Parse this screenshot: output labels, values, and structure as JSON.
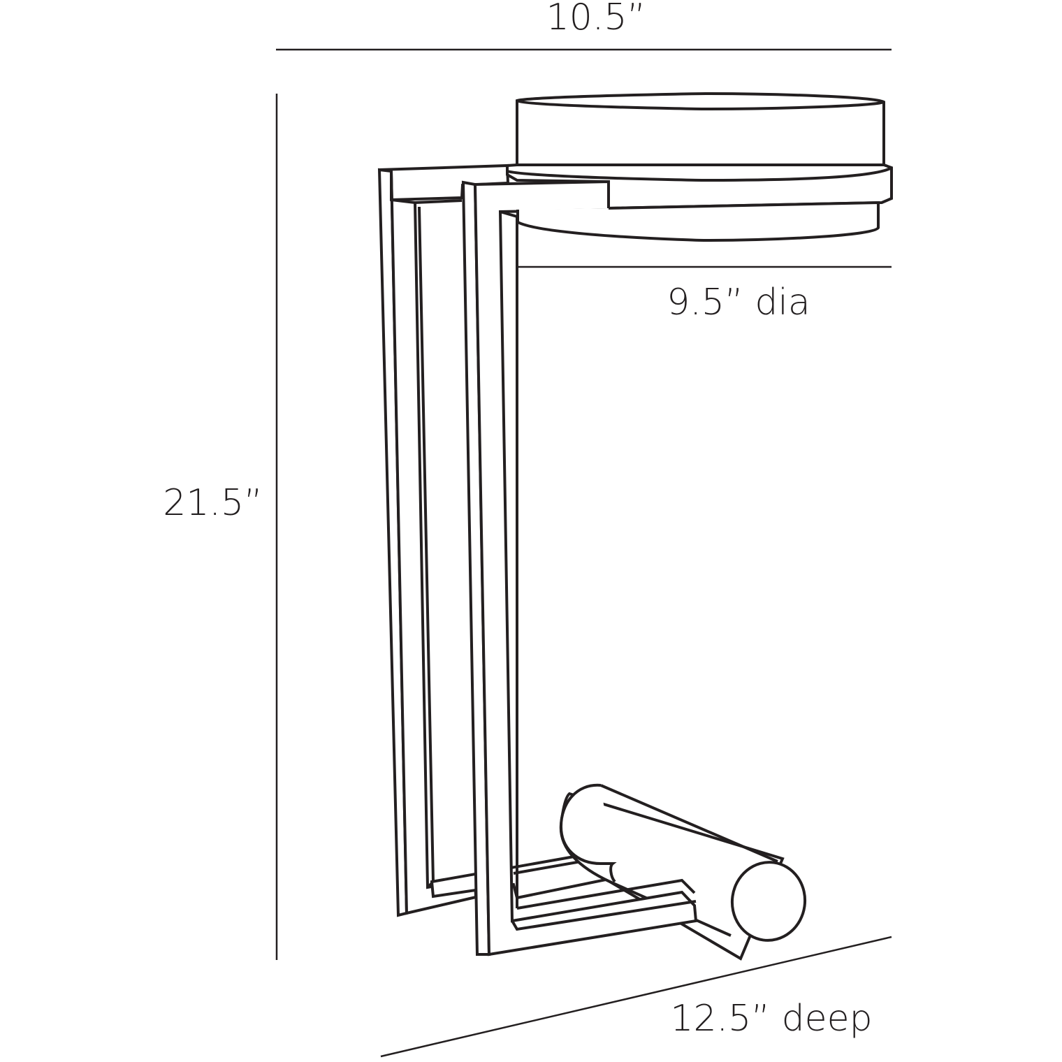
{
  "dimensions": {
    "width": "10.5”",
    "height": "21.5”",
    "diameter": "9.5” dia",
    "depth": "12.5” deep"
  },
  "colors": {
    "line": "#231f20",
    "background": "#ffffff"
  }
}
